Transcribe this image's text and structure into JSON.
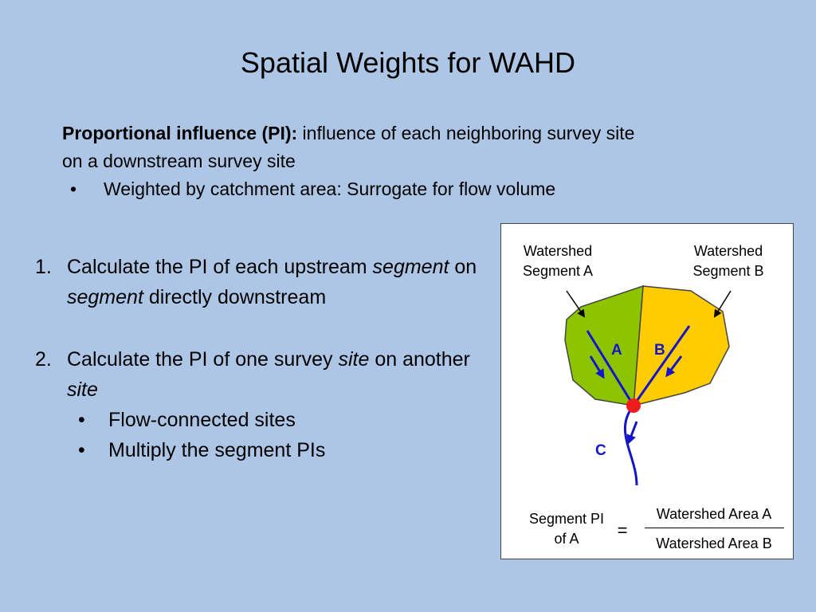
{
  "title": "Spatial Weights for WAHD",
  "intro": {
    "term": "Proportional influence (PI):",
    "definition_line1": " influence of each neighboring survey site",
    "definition_line2": "on a downstream survey site",
    "bullet_symbol": "•",
    "bullet": "Weighted by catchment area: Surrogate for flow volume"
  },
  "steps": [
    {
      "number": "1.",
      "text_a": "Calculate the PI of each upstream ",
      "italic_a": "segment",
      "text_b": " on ",
      "italic_b": "segment",
      "text_c": " directly downstream"
    },
    {
      "number": "2.",
      "text_a": "Calculate the PI of one survey ",
      "italic_a": "site",
      "text_b": " on another ",
      "italic_b": "site",
      "subs": [
        "Flow-connected sites",
        "Multiply the segment PIs"
      ]
    }
  ],
  "figure": {
    "label_a_line1": "Watershed",
    "label_a_line2": "Segment A",
    "label_b_line1": "Watershed",
    "label_b_line2": "Segment B",
    "letter_a": "A",
    "letter_b": "B",
    "letter_c": "C",
    "formula_left_line1": "Segment PI",
    "formula_left_line2": "of A",
    "equals": "=",
    "numerator": "Watershed Area A",
    "denominator": "Watershed Area B",
    "colors": {
      "segment_a": "#8dc400",
      "segment_b": "#ffcc00",
      "stream": "#1515c8",
      "site": "#ee1c1c",
      "background": "#aec6e6"
    }
  }
}
